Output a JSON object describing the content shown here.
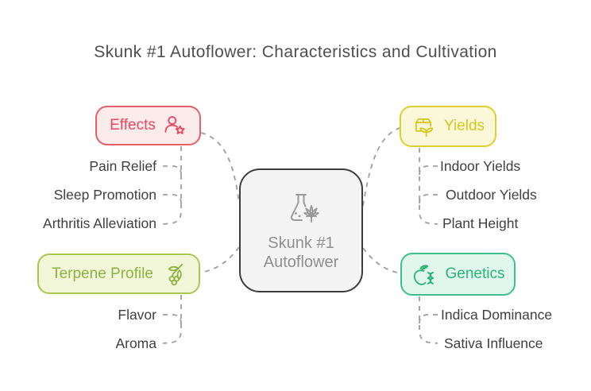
{
  "title": "Skunk #1 Autoflower: Characteristics and Cultivation",
  "center": {
    "name": "Skunk #1 Autoflower",
    "label_line1": "Skunk #1",
    "label_line2": "Autoflower",
    "icon": "flask-cannabis-icon",
    "border_color": "#3d3d3d",
    "bg_color": "#f4f4f4",
    "text_color": "#8f8f8f"
  },
  "branches": [
    {
      "label": "Effects",
      "icon": "user-star-icon",
      "text_color": "#e8475f",
      "border_color": "#e2606a",
      "bg_color": "#fcebeb",
      "items": [
        "Pain Relief",
        "Sleep Promotion",
        "Arthritis Alleviation"
      ]
    },
    {
      "label": "Yields",
      "icon": "harvest-box-sprout-icon",
      "text_color": "#d5c721",
      "border_color": "#decf2e",
      "bg_color": "#fbf8da",
      "items": [
        "Indoor Yields",
        "Outdoor Yields",
        "Plant Height"
      ]
    },
    {
      "label": "Terpene Profile",
      "icon": "berries-branch-icon",
      "text_color": "#8cb23f",
      "border_color": "#aac84f",
      "bg_color": "#f2f7d9",
      "items": [
        "Flavor",
        "Aroma"
      ]
    },
    {
      "label": "Genetics",
      "icon": "apple-dna-icon",
      "text_color": "#2bb377",
      "border_color": "#3ec08d",
      "bg_color": "#e1f6ec",
      "items": [
        "Indica Dominance",
        "Sativa Influence"
      ]
    }
  ],
  "connector_color": "#9e9e9e",
  "item_text_color": "#3f3f3f"
}
